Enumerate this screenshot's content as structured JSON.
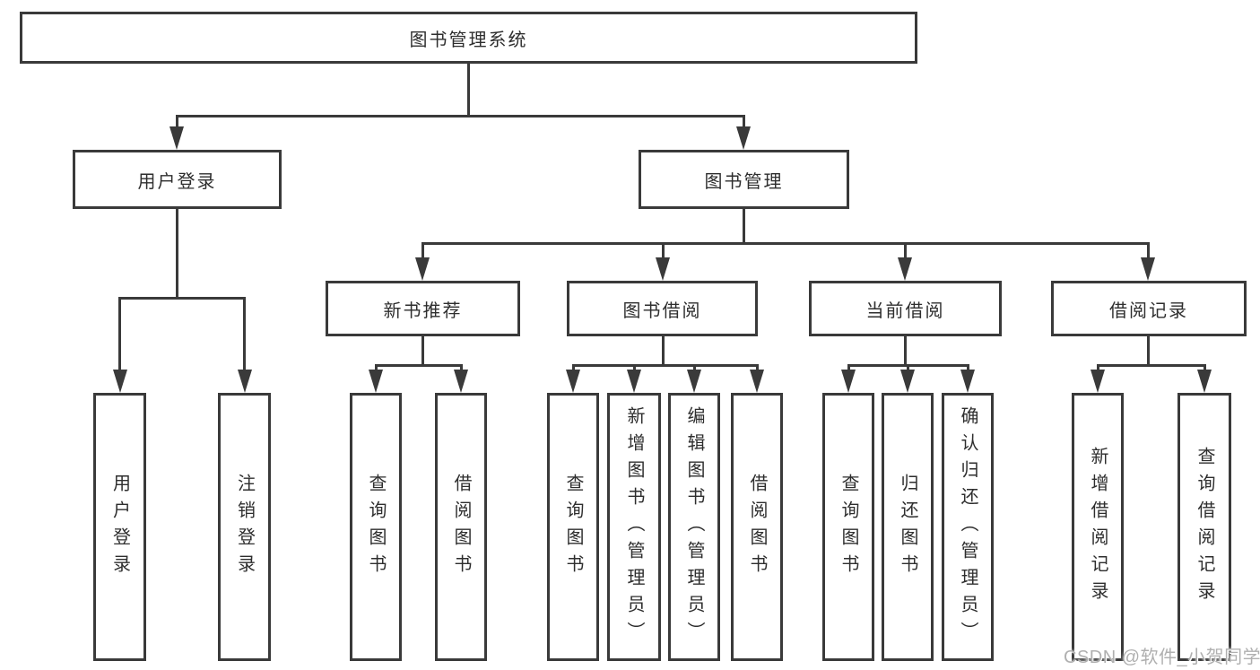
{
  "diagram": {
    "root": {
      "label": "图书管理系统"
    },
    "branches": [
      {
        "label": "用户登录",
        "children": [
          {
            "label": "用户登录"
          },
          {
            "label": "注销登录"
          }
        ]
      },
      {
        "label": "图书管理",
        "modules": [
          {
            "label": "新书推荐",
            "children": [
              {
                "label": "查询图书"
              },
              {
                "label": "借阅图书"
              }
            ]
          },
          {
            "label": "图书借阅",
            "children": [
              {
                "label": "查询图书"
              },
              {
                "label": "新增图书（管理员）"
              },
              {
                "label": "编辑图书（管理员）"
              },
              {
                "label": "借阅图书"
              }
            ]
          },
          {
            "label": "当前借阅",
            "children": [
              {
                "label": "查询图书"
              },
              {
                "label": "归还图书"
              },
              {
                "label": "确认归还（管理员）"
              }
            ]
          },
          {
            "label": "借阅记录",
            "children": [
              {
                "label": "新增借阅记录"
              },
              {
                "label": "查询借阅记录"
              }
            ]
          }
        ]
      }
    ]
  },
  "watermark": {
    "text": "CSDN @软件_小贺同学"
  },
  "colors": {
    "line": "#3a3a3a",
    "text": "#2e2e2e",
    "box-bg": "#ffffff",
    "watermark": "#b0b0b0",
    "page-bg": "#ffffff"
  }
}
